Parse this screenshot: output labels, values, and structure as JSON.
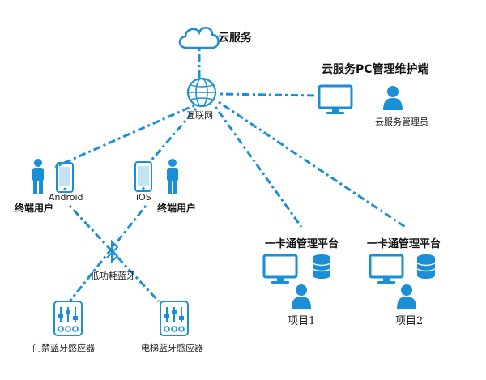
{
  "colors": {
    "accent": "#1a8fd6",
    "dark": "#0e6fb0",
    "light": "#ffffff"
  },
  "cloud": {
    "label": "云服务",
    "icon": "cloud-icon"
  },
  "internet": {
    "label": "互联网",
    "icon": "globe-icon"
  },
  "pc_console": {
    "label": "云服务PC管理维护端",
    "icon": "monitor-icon",
    "admin_label": "云服务管理员",
    "admin_icon": "person-icon"
  },
  "end_users": {
    "label_left": "终端用户",
    "label_right": "终端用户",
    "android_label": "Android",
    "ios_label": "iOS",
    "phone_icon": "phone-icon",
    "person_icon": "person-icon"
  },
  "bluetooth": {
    "label": "低功耗蓝牙",
    "icon": "bluetooth-icon"
  },
  "sensors": [
    {
      "label": "门禁蓝牙感应器",
      "icon": "sensor-panel-icon"
    },
    {
      "label": "电梯蓝牙感应器",
      "icon": "sensor-panel-icon"
    }
  ],
  "platforms": [
    {
      "title": "一卡通管理平台",
      "project": "项目1",
      "icons": [
        "monitor-icon",
        "database-icon",
        "person-icon"
      ]
    },
    {
      "title": "一卡通管理平台",
      "project": "项目2",
      "icons": [
        "monitor-icon",
        "database-icon",
        "person-icon"
      ]
    }
  ]
}
